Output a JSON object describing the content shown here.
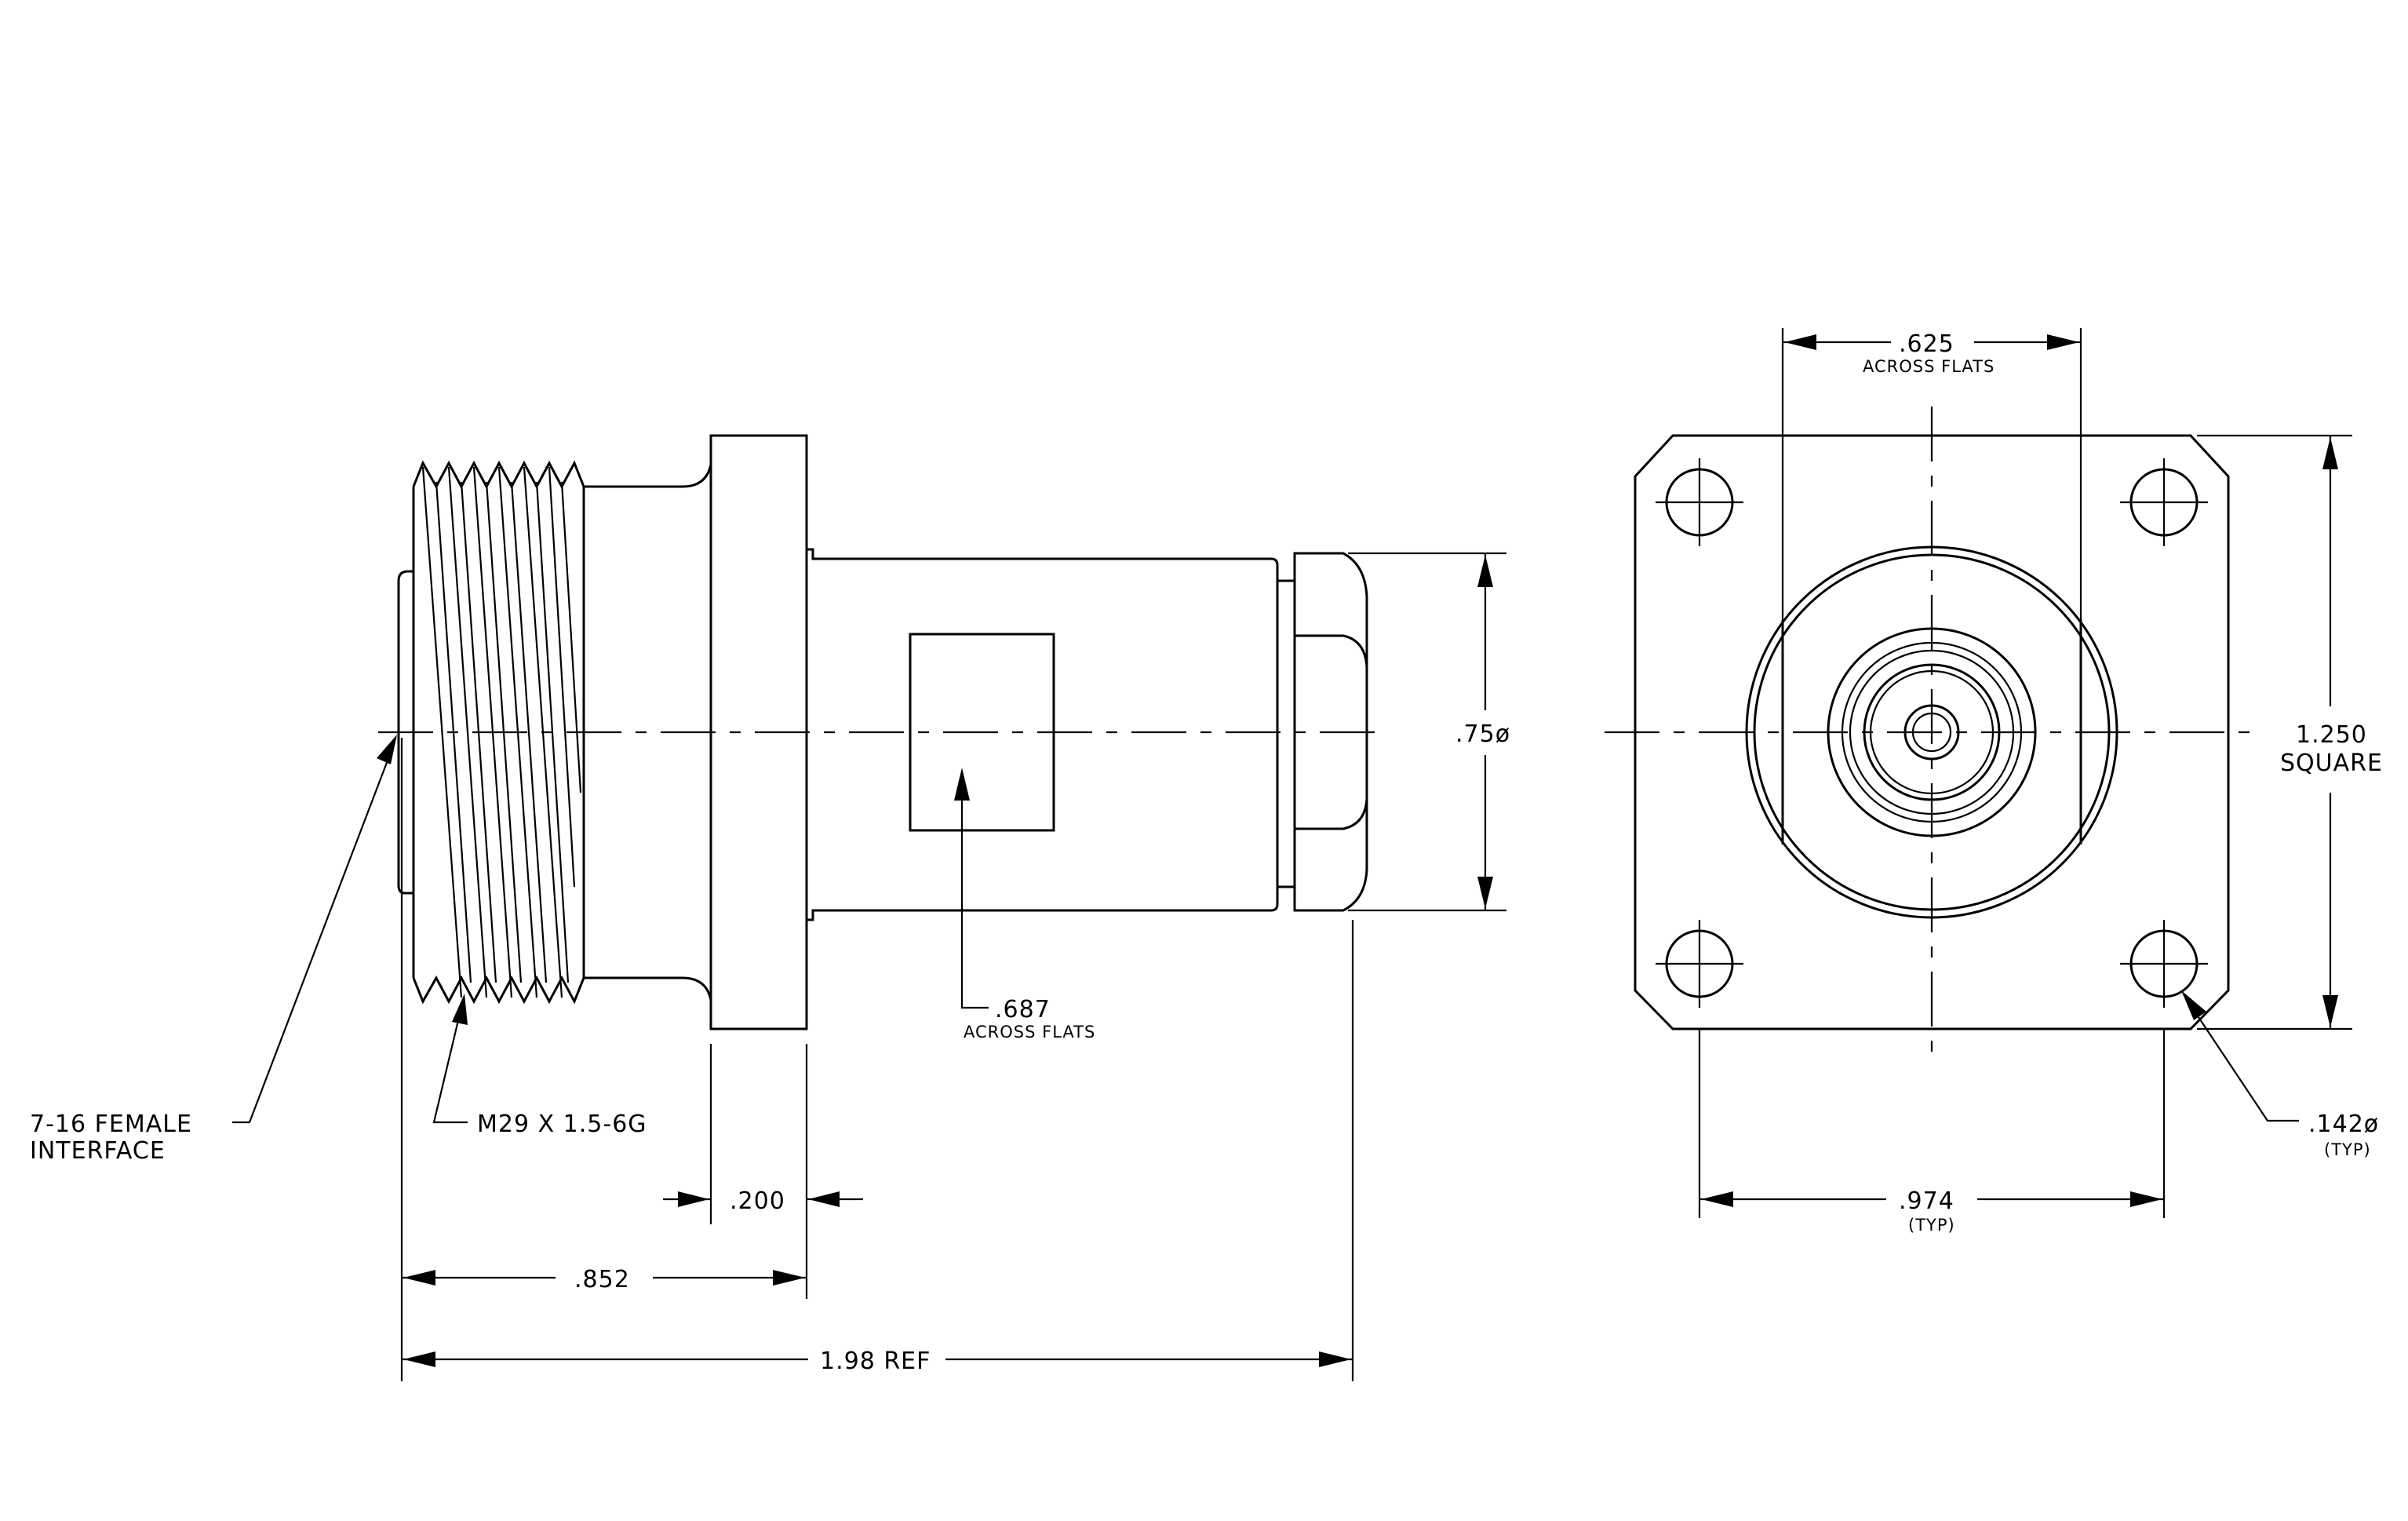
{
  "side_view": {
    "interface_label_line1": "7-16 FEMALE",
    "interface_label_line2": "INTERFACE",
    "thread_label": "M29 X 1.5-6G",
    "flats_value": ".687",
    "flats_note": "ACROSS FLATS",
    "flange_thickness": ".200",
    "body_to_flange": ".852",
    "overall_length": "1.98 REF",
    "body_diameter": ".75ø"
  },
  "end_view": {
    "flats_value": ".625",
    "flats_note": "ACROSS FLATS",
    "square_value": "1.250",
    "square_note": "SQUARE",
    "hole_spacing": ".974",
    "hole_spacing_note": "(TYP)",
    "hole_diameter": ".142ø",
    "hole_diameter_note": "(TYP)"
  }
}
